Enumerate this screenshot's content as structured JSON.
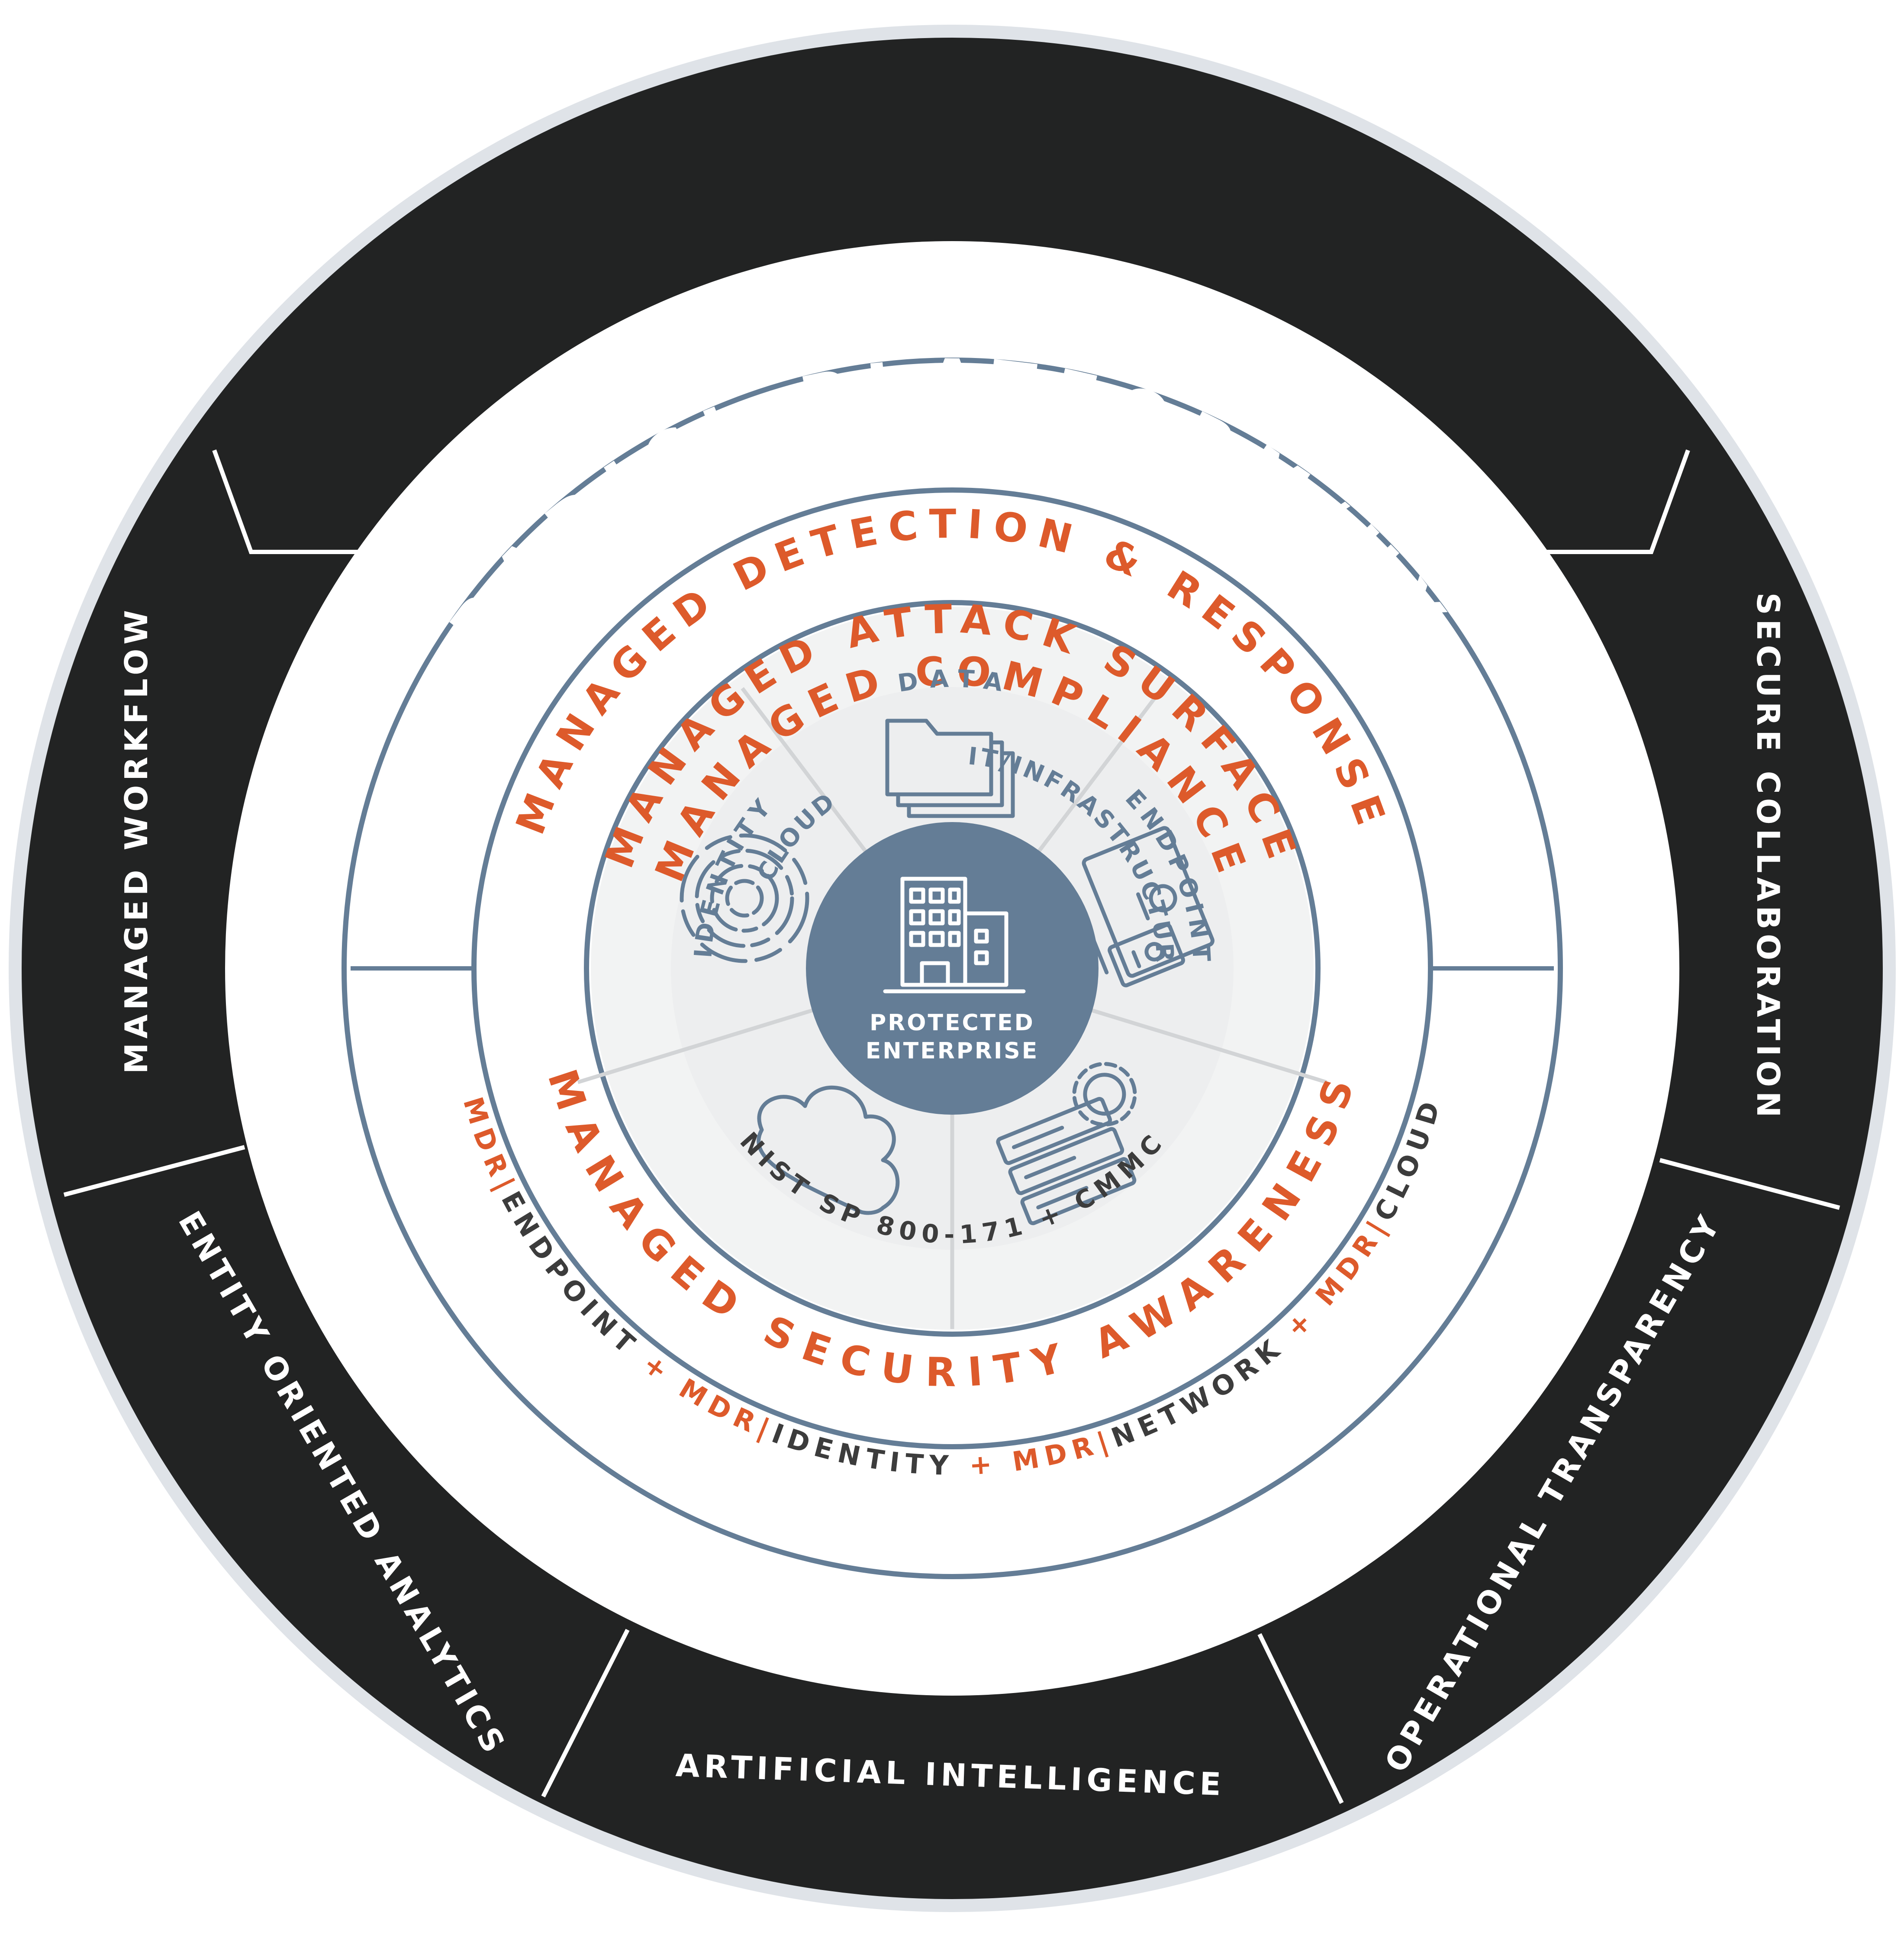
{
  "diagram": {
    "title": "RADICL PLATFORM/UX",
    "outer_segments": [
      {
        "id": "workflow",
        "label": "MANAGED WORKFLOW"
      },
      {
        "id": "collab",
        "label": "SECURE COLLABORATION"
      },
      {
        "id": "entity",
        "label": "ENTITY ORIENTED ANALYTICS"
      },
      {
        "id": "ai",
        "label": "ARTIFICIAL INTELLIGENCE"
      },
      {
        "id": "transparency",
        "label": "OPERATIONAL TRANSPARENCY"
      }
    ],
    "services": {
      "mdr": "MANAGED DETECTION & RESPONSE",
      "attack_surface": "MANAGED ATTACK SURFACE",
      "compliance": "MANAGED COMPLIANCE",
      "security_awareness": "MANAGED SECURITY AWARENESS"
    },
    "compliance_standard": "NIST SP 800-171 + CMMC",
    "mdr_products": [
      {
        "prefix": "MDR|",
        "name": "ENDPOINT"
      },
      {
        "prefix": "MDR|",
        "name": "IDENTITY"
      },
      {
        "prefix": "MDR|",
        "name": "NETWORK"
      },
      {
        "prefix": "MDR|",
        "name": "CLOUD"
      }
    ],
    "mdr_separator": "+",
    "sectors": {
      "data": "DATA",
      "endpoints": "ENDPOINTS",
      "infrastructure": "IT/INFRASTRUCTURE",
      "cloud": "CLOUD",
      "identity": "IDENTITY"
    },
    "center": {
      "line1": "PROTECTED",
      "line2": "ENTERPRISE"
    },
    "icons": {
      "data": "folders-icon",
      "endpoints": "devices-icon",
      "infrastructure": "server-gear-icon",
      "cloud": "cloud-icon",
      "identity": "fingerprint-icon",
      "center": "building-icon"
    },
    "colors": {
      "dark": "#222323",
      "outer_border": "#dfe3e8",
      "ring_line": "#647d96",
      "orange": "#dd5a2b",
      "slate": "#647d96",
      "sector_fill": "#f2f3f3",
      "sector_inner": "#e7e9ea",
      "divider": "#d2d4d6",
      "text_dark": "#3c3c3c",
      "white": "#ffffff"
    }
  }
}
